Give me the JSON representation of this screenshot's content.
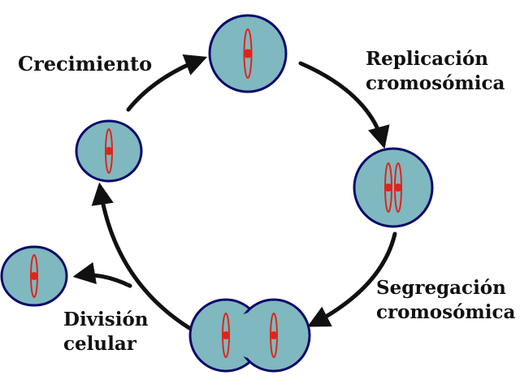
{
  "labels": {
    "growth": "Crecimiento",
    "replication_line1": "Replicación",
    "replication_line2": "cromosómica",
    "segregation_line1": "Segregación",
    "segregation_line2": "cromosómica",
    "division_line1": "División",
    "division_line2": "celular"
  },
  "colors": {
    "cell_fill": "#7fb8bf",
    "cell_stroke": "#0a0a6a",
    "chromosome": "#e0241b",
    "arrow": "#111111",
    "text": "#111111"
  },
  "icons": [
    "cell-icon",
    "chromosome-icon",
    "arrow-icon"
  ]
}
